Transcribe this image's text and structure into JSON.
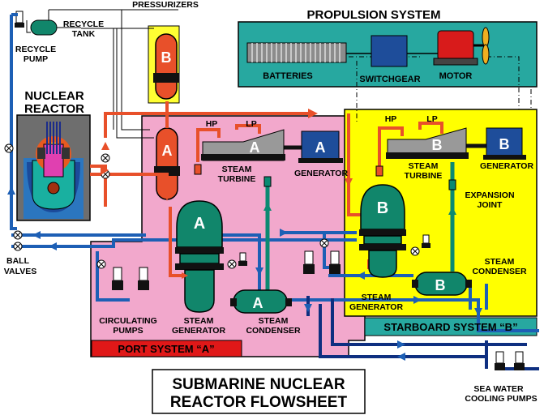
{
  "title": {
    "line1": "SUBMARINE NUCLEAR",
    "line2": "REACTOR FLOWSHEET"
  },
  "propulsion": {
    "title": "PROPULSION SYSTEM",
    "batteries": "BATTERIES",
    "switchgear": "SWITCHGEAR",
    "motor": "MOTOR"
  },
  "labels": {
    "pressurizers": "PRESSURIZERS",
    "recycle_tank_1": "RECYCLE",
    "recycle_tank_2": "TANK",
    "recycle_pump_1": "RECYCLE",
    "recycle_pump_2": "PUMP",
    "nuclear_reactor_1": "NUCLEAR",
    "nuclear_reactor_2": "REACTOR",
    "ball_valves_1": "BALL",
    "ball_valves_2": "VALVES",
    "circulating_pumps_1": "CIRCULATING",
    "circulating_pumps_2": "PUMPS",
    "sea_water_1": "SEA WATER",
    "sea_water_2": "COOLING PUMPS"
  },
  "port": {
    "system_label": "PORT SYSTEM “A”",
    "letter": "A",
    "hp": "HP",
    "lp": "LP",
    "steam_turbine_1": "STEAM",
    "steam_turbine_2": "TURBINE",
    "generator": "GENERATOR",
    "steam_generator_1": "STEAM",
    "steam_generator_2": "GENERATOR",
    "steam_condenser_1": "STEAM",
    "steam_condenser_2": "CONDENSER"
  },
  "starboard": {
    "system_label": "STARBOARD SYSTEM “B”",
    "letter": "B",
    "hp": "HP",
    "lp": "LP",
    "steam_turbine_1": "STEAM",
    "steam_turbine_2": "TURBINE",
    "generator": "GENERATOR",
    "expansion_joint_1": "EXPANSION",
    "expansion_joint_2": "JOINT",
    "steam_generator_1": "STEAM",
    "steam_generator_2": "GENERATOR",
    "steam_condenser_1": "STEAM",
    "steam_condenser_2": "CONDENSER"
  },
  "colors": {
    "port_panel": "#f2a8cc",
    "starboard_panel": "#ffff00",
    "propulsion_panel": "#27a8a0",
    "hot_pipe": "#e8502a",
    "cold_pipe": "#1d5fb5",
    "equipment_green": "#11866b",
    "motor_red": "#d81b1b"
  }
}
